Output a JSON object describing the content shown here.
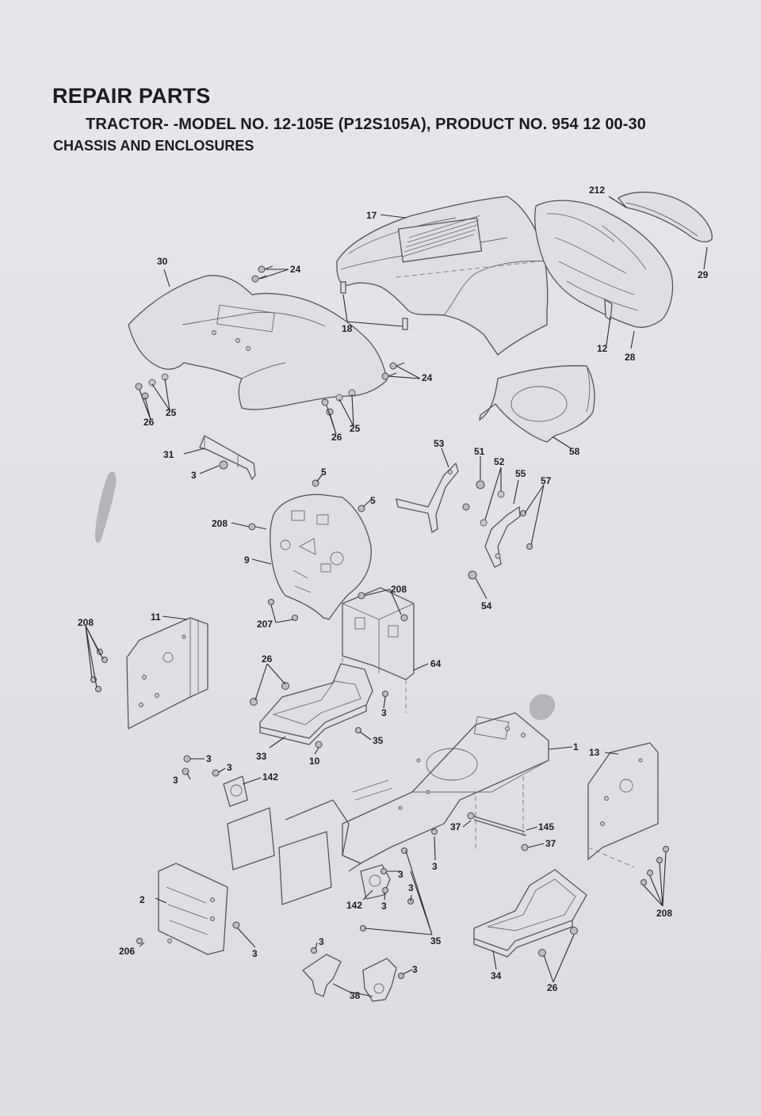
{
  "header": {
    "title": "REPAIR PARTS",
    "subtitle": "TRACTOR- -MODEL NO. 12-105E (P12S105A), PRODUCT NO. 954 12 00-30",
    "section": "CHASSIS AND ENCLOSURES"
  },
  "callouts": {
    "c212": "212",
    "c17": "17",
    "c29": "29",
    "c30": "30",
    "c24a": "24",
    "c18": "18",
    "c12": "12",
    "c28": "28",
    "c24b": "24",
    "c25a": "25",
    "c26a": "26",
    "c25b": "25",
    "c26b": "26",
    "c58": "58",
    "c53": "53",
    "c51": "51",
    "c52": "52",
    "c55": "55",
    "c57": "57",
    "c31": "31",
    "c3a": "3",
    "c5a": "5",
    "c5b": "5",
    "c208a": "208",
    "c9": "9",
    "c54": "54",
    "c208b": "208",
    "c207": "207",
    "c208c": "208",
    "c11": "11",
    "c26c": "26",
    "c64": "64",
    "c3b": "3",
    "c35a": "35",
    "c33": "33",
    "c10": "10",
    "c1": "1",
    "c13": "13",
    "c3c": "3",
    "c3d": "3",
    "c3e": "3",
    "c142a": "142",
    "c145": "145",
    "c37a": "37",
    "c37b": "37",
    "c3f": "3",
    "c3g": "3",
    "c2": "2",
    "c142b": "142",
    "c3h": "3",
    "c3i": "3",
    "c208d": "208",
    "c35b": "35",
    "c206": "206",
    "c3j": "3",
    "c3k": "3",
    "c3l": "3",
    "c38": "38",
    "c34": "34",
    "c26d": "26"
  }
}
